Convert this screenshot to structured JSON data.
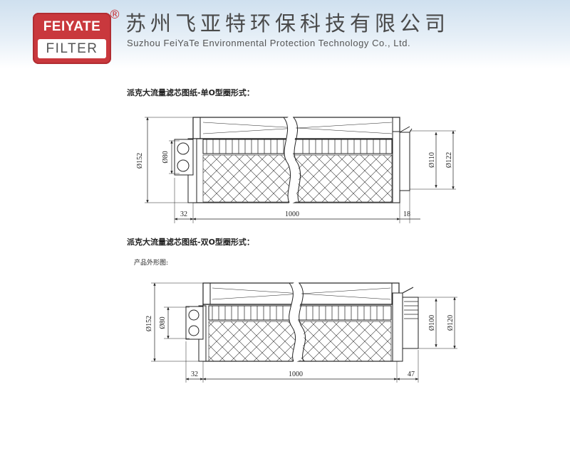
{
  "header": {
    "logo_top": "FEIYATE",
    "logo_bottom": "FILTER",
    "registered": "®",
    "company_cn": "苏州飞亚特环保科技有限公司",
    "company_en": "Suzhou FeiYaTe Environmental Protection Technology Co., Ltd."
  },
  "drawing1": {
    "title": "派克大流量滤芯图纸-单O型圈形式：",
    "dims": {
      "d_outer": "Ø152",
      "d_inlet": "Ø80",
      "d_right_inner": "Ø110",
      "d_right_outer": "Ø122",
      "len_left": "32",
      "len_main": "1000",
      "len_right": "18"
    }
  },
  "drawing2": {
    "title": "派克大流量滤芯图纸-双O型圈形式：",
    "note": "产品外形图:",
    "dims": {
      "d_outer": "Ø152",
      "d_inlet": "Ø80",
      "d_right_inner": "Ø100",
      "d_right_outer": "Ø120",
      "len_left": "32",
      "len_main": "1000",
      "len_right": "47"
    }
  }
}
